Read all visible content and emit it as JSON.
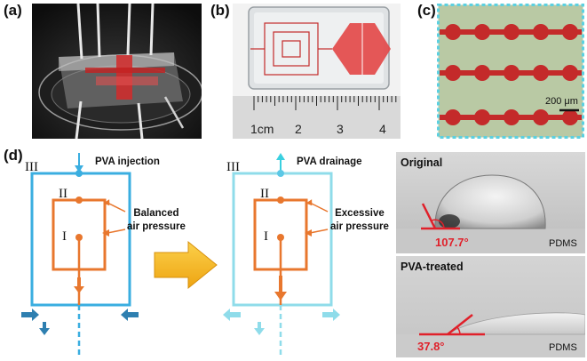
{
  "panels": {
    "a": {
      "label": "(a)"
    },
    "b": {
      "label": "(b)",
      "ruler_labels": [
        "1cm",
        "2",
        "3",
        "4"
      ]
    },
    "c": {
      "label": "(c)",
      "scale_bar": "200 μm"
    },
    "d": {
      "label": "(d)",
      "left": {
        "inlet_text": "PVA injection",
        "numerals": [
          "III",
          "II",
          "I"
        ],
        "annot1": "Balanced",
        "annot2": "air pressure"
      },
      "right": {
        "outlet_text": "PVA drainage",
        "numerals": [
          "III",
          "II",
          "I"
        ],
        "annot1": "Excessive",
        "annot2": "air pressure"
      },
      "photo_top": {
        "title": "Original",
        "angle": "107.7°",
        "material": "PDMS"
      },
      "photo_bottom": {
        "title": "PVA-treated",
        "angle": "37.8°",
        "material": "PDMS"
      }
    }
  },
  "colors": {
    "outer_channel": "#3aaee0",
    "outer_channel_light": "#8fdcea",
    "inner_channel": "#e8772e",
    "flow_arrow": "#e8772e",
    "big_arrow": "#f5b215",
    "angle_red": "#e0202a",
    "panel_c_border": "#5cd0e0",
    "panel_c_bg": "#b9c9a4",
    "channel_red": "#c42a2a"
  }
}
